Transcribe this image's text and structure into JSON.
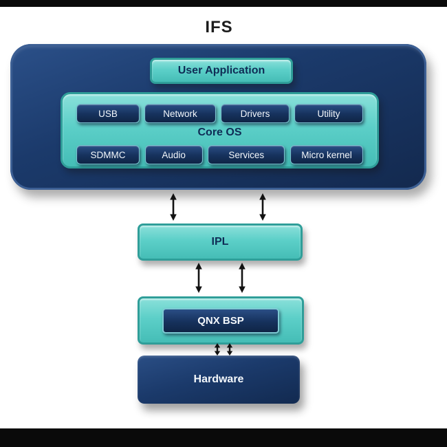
{
  "title": "IFS",
  "ifs": {
    "user_application": "User Application",
    "core_os": {
      "label": "Core OS",
      "row1": [
        "USB",
        "Network",
        "Drivers",
        "Utility"
      ],
      "row2": [
        "SDMMC",
        "Audio",
        "Services",
        "Micro kernel"
      ]
    }
  },
  "ipl": "IPL",
  "qnx_bsp": "QNX BSP",
  "hardware": "Hardware",
  "colors": {
    "navy": "#16315c",
    "teal": "#5ccfc8",
    "teal_border": "#2f9e99",
    "text_on_teal": "#0f2c55",
    "text_on_navy": "#f4f8fc",
    "arrow": "#121212"
  }
}
